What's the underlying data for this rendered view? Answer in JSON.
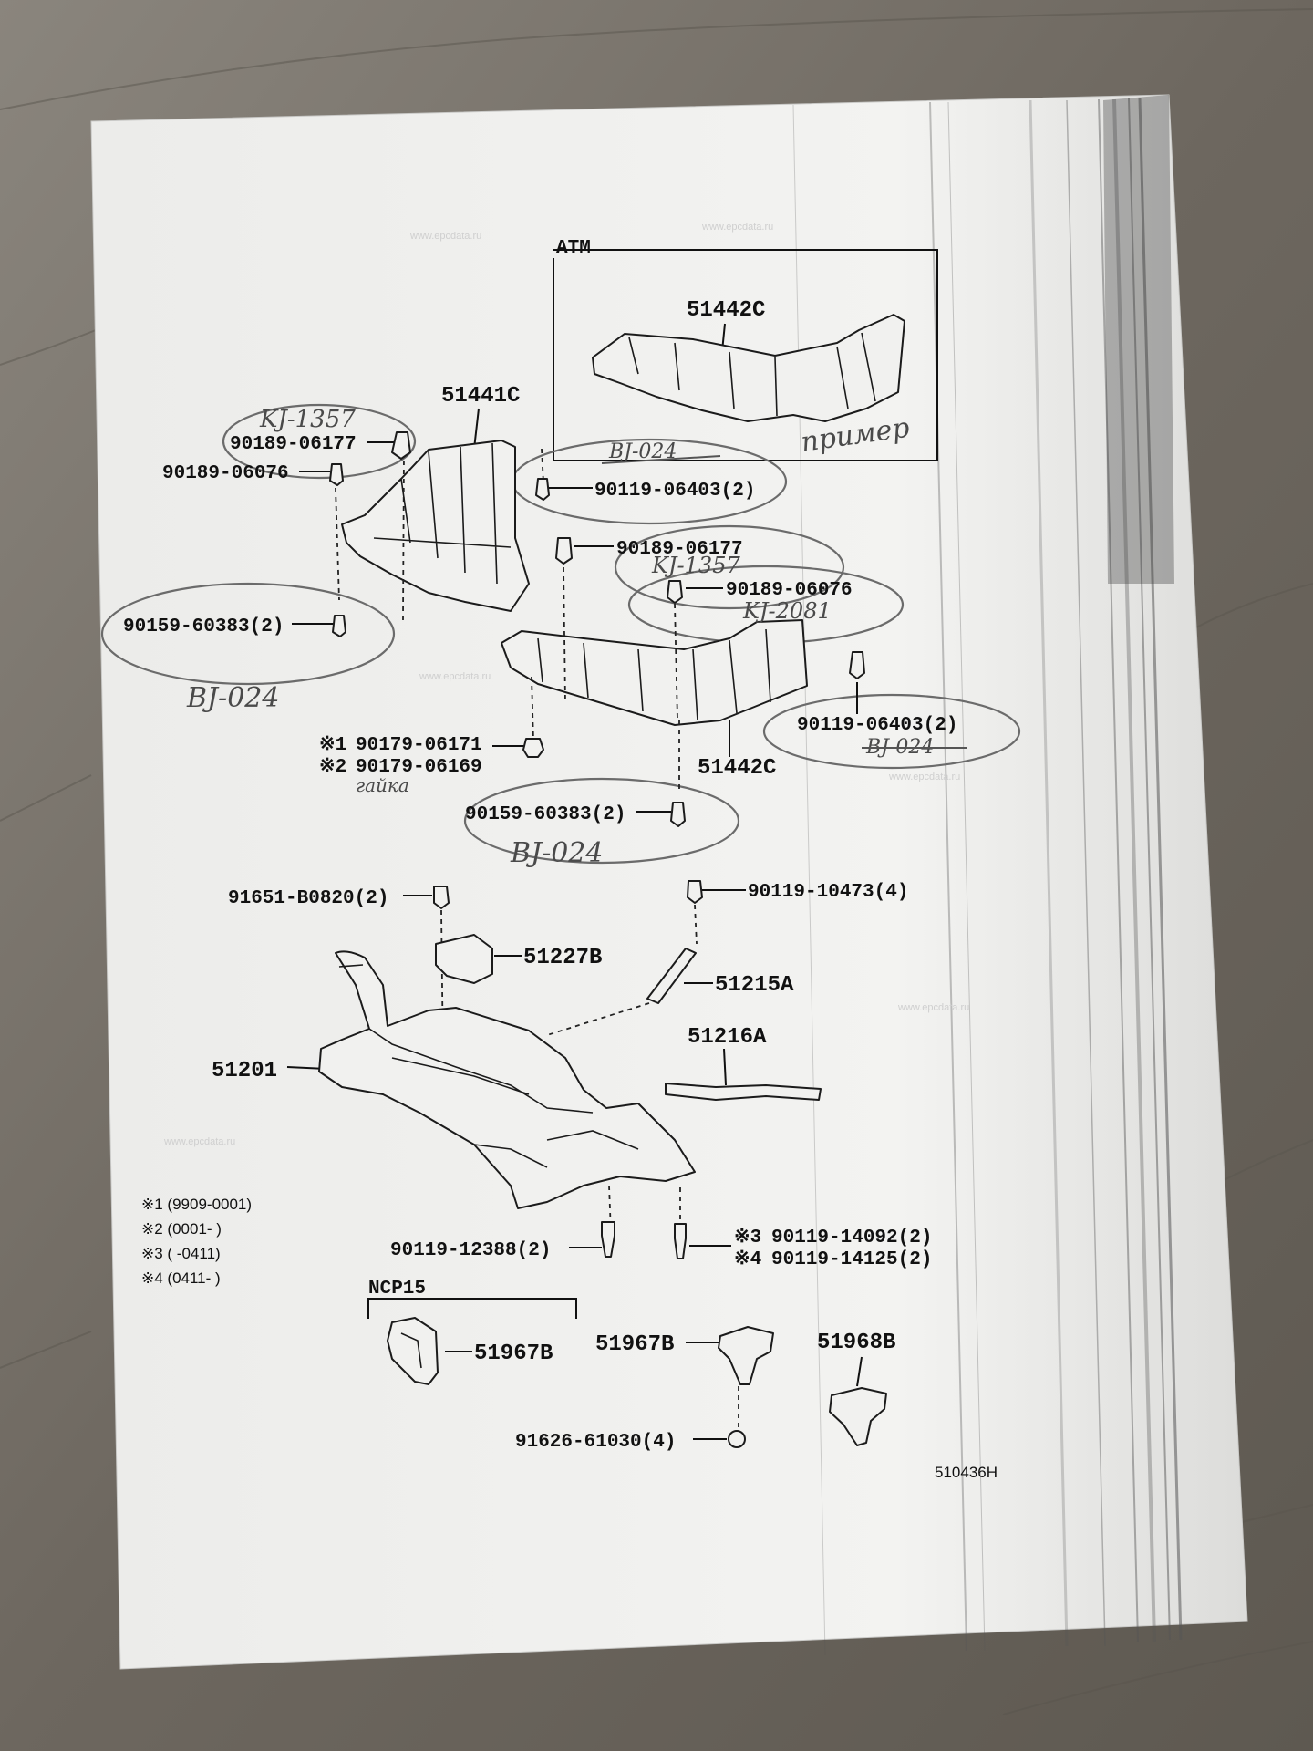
{
  "diagram": {
    "inset_label": "ATM",
    "group_label": "NCP15",
    "figure_number": "510436H",
    "parts": {
      "p51442C_top": "51442C",
      "p51441C": "51441C",
      "p90189_06177_a": "90189-06177",
      "p90189_06076_a": "90189-06076",
      "p90119_06403_a": "90119-06403(2)",
      "p90189_06177_b": "90189-06177",
      "p90189_06076_b": "90189-06076",
      "p90159_60383_a": "90159-60383(2)",
      "p90119_06403_b": "90119-06403(2)",
      "p90179_06171": "90179-06171",
      "p90179_06169": "90179-06169",
      "p51442C_bottom": "51442C",
      "p90159_60383_b": "90159-60383(2)",
      "p91651_B0820": "91651-B0820(2)",
      "p90119_10473": "90119-10473(4)",
      "p51227B": "51227B",
      "p51215A": "51215A",
      "p51216A": "51216A",
      "p51201": "51201",
      "p90119_12388": "90119-12388(2)",
      "p90119_14092": "90119-14092(2)",
      "p90119_14125": "90119-14125(2)",
      "p51967B_a": "51967B",
      "p51967B_b": "51967B",
      "p51968B": "51968B",
      "p91626_61030": "91626-61030(4)"
    },
    "marks": {
      "m1": "※1",
      "m2": "※2",
      "m3": "※3",
      "m4": "※4"
    },
    "notes": [
      "※1 (9909-0001)",
      "※2 (0001-    )",
      "※3 (    -0411)",
      "※4 (0411-    )"
    ],
    "handwriting": {
      "kj1357_a": "KJ-1357",
      "kj1357_b": "KJ-1357",
      "kj2081": "KJ-2081",
      "bj024_a": "BJ-024",
      "bj024_b": "BJ-024",
      "bj024_c": "BJ-024",
      "bj024_d": "BJ-024",
      "primer": "пример",
      "gaika": "гайка"
    },
    "watermark": "www.epcdata.ru"
  }
}
